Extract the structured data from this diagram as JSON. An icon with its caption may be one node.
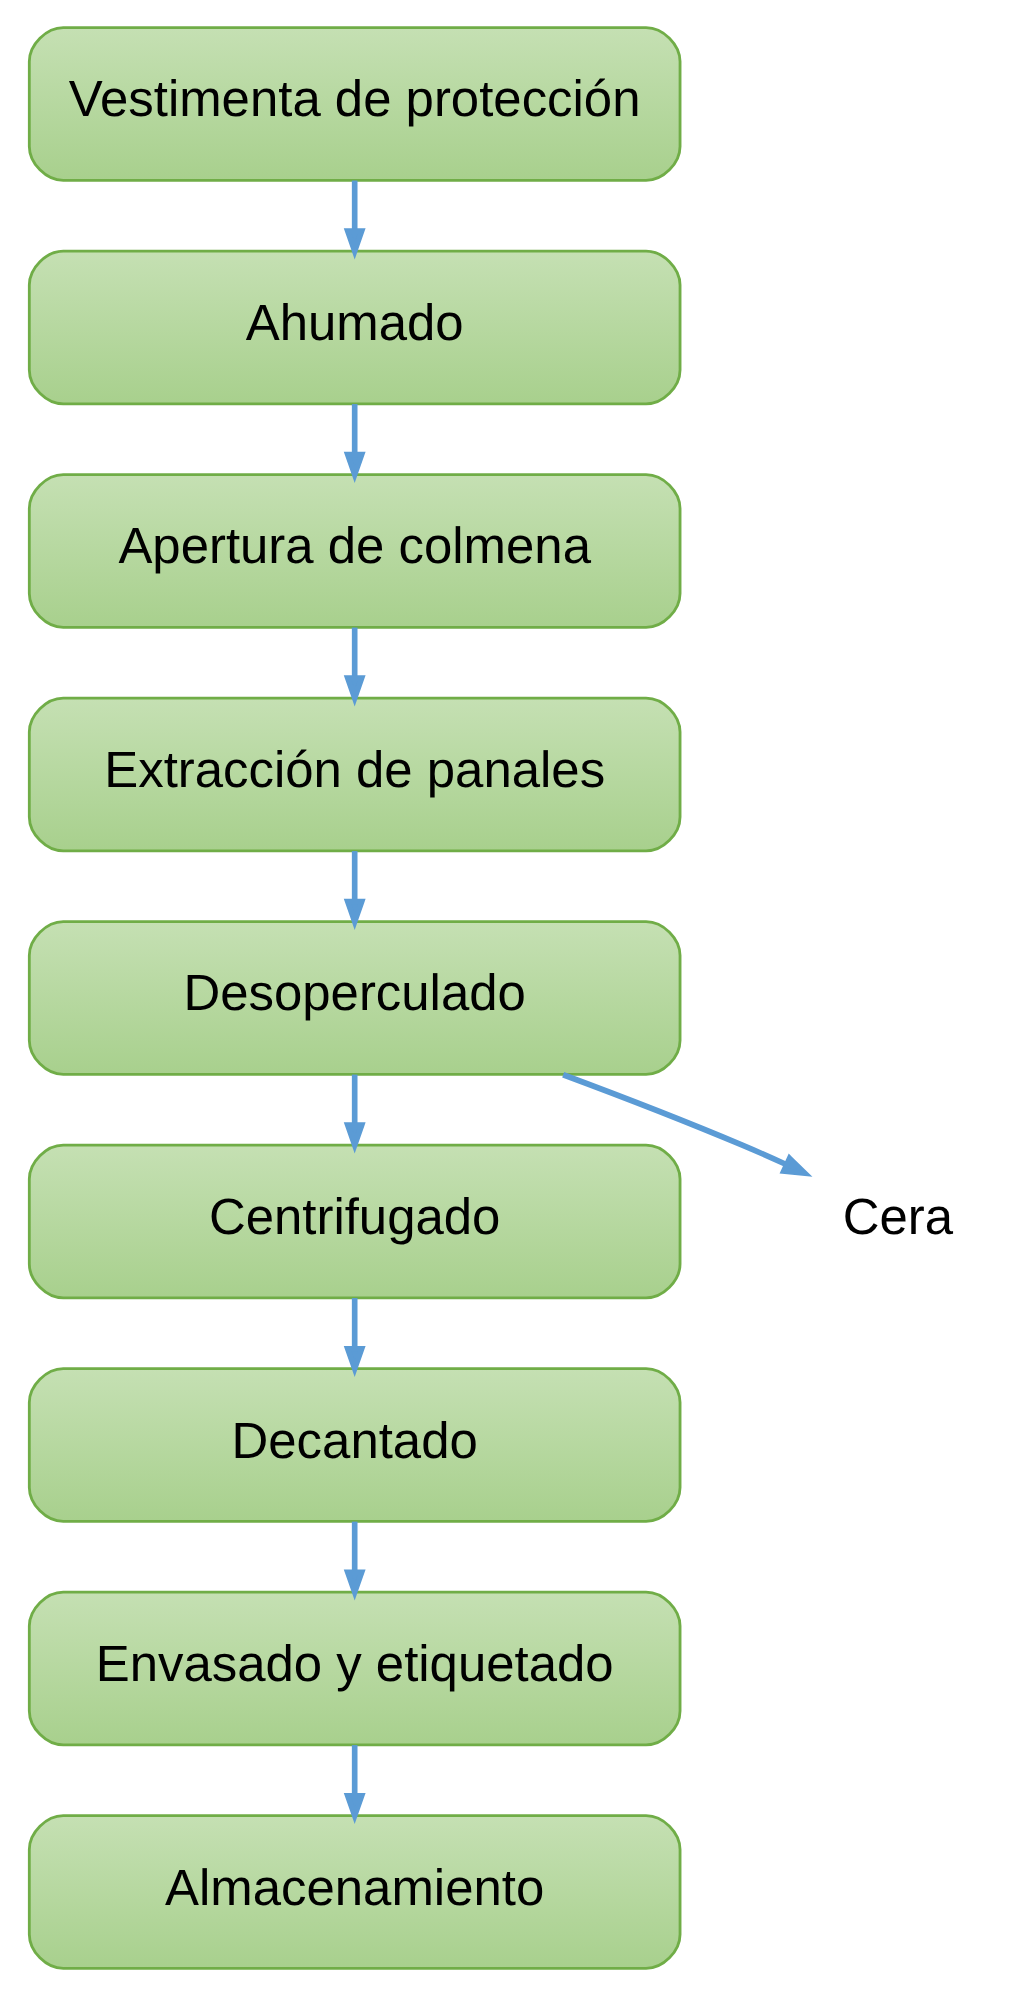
{
  "diagram": {
    "nodes": [
      {
        "text": [
          "Vestimenta de protección"
        ]
      },
      {
        "text": [
          "Ahumado"
        ]
      },
      {
        "text": [
          "Apertura de colmena"
        ]
      },
      {
        "text": [
          "Extracción de panales"
        ]
      },
      {
        "text": [
          "Desoperculado"
        ]
      },
      {
        "text": [
          "Centrifugado"
        ]
      },
      {
        "text": [
          "Decantado"
        ]
      },
      {
        "text": [
          "Envasado y etiquetado"
        ]
      },
      {
        "text": [
          "Almacenamiento"
        ]
      },
      {
        "text": [
          "Cera"
        ]
      }
    ],
    "edges": [
      {
        "from": 0,
        "to": 1,
        "arrow": "to"
      },
      {
        "from": 1,
        "to": 2,
        "arrow": "to"
      },
      {
        "from": 2,
        "to": 3,
        "arrow": "to"
      },
      {
        "from": 3,
        "to": 4,
        "arrow": "to"
      },
      {
        "from": 4,
        "to": 5,
        "arrow": "to"
      },
      {
        "from": 4,
        "to": 9,
        "arrow": "to"
      },
      {
        "from": 5,
        "to": 6,
        "arrow": "to"
      },
      {
        "from": 6,
        "to": 7,
        "arrow": "to"
      },
      {
        "from": 7,
        "to": 8,
        "arrow": "to"
      }
    ]
  }
}
